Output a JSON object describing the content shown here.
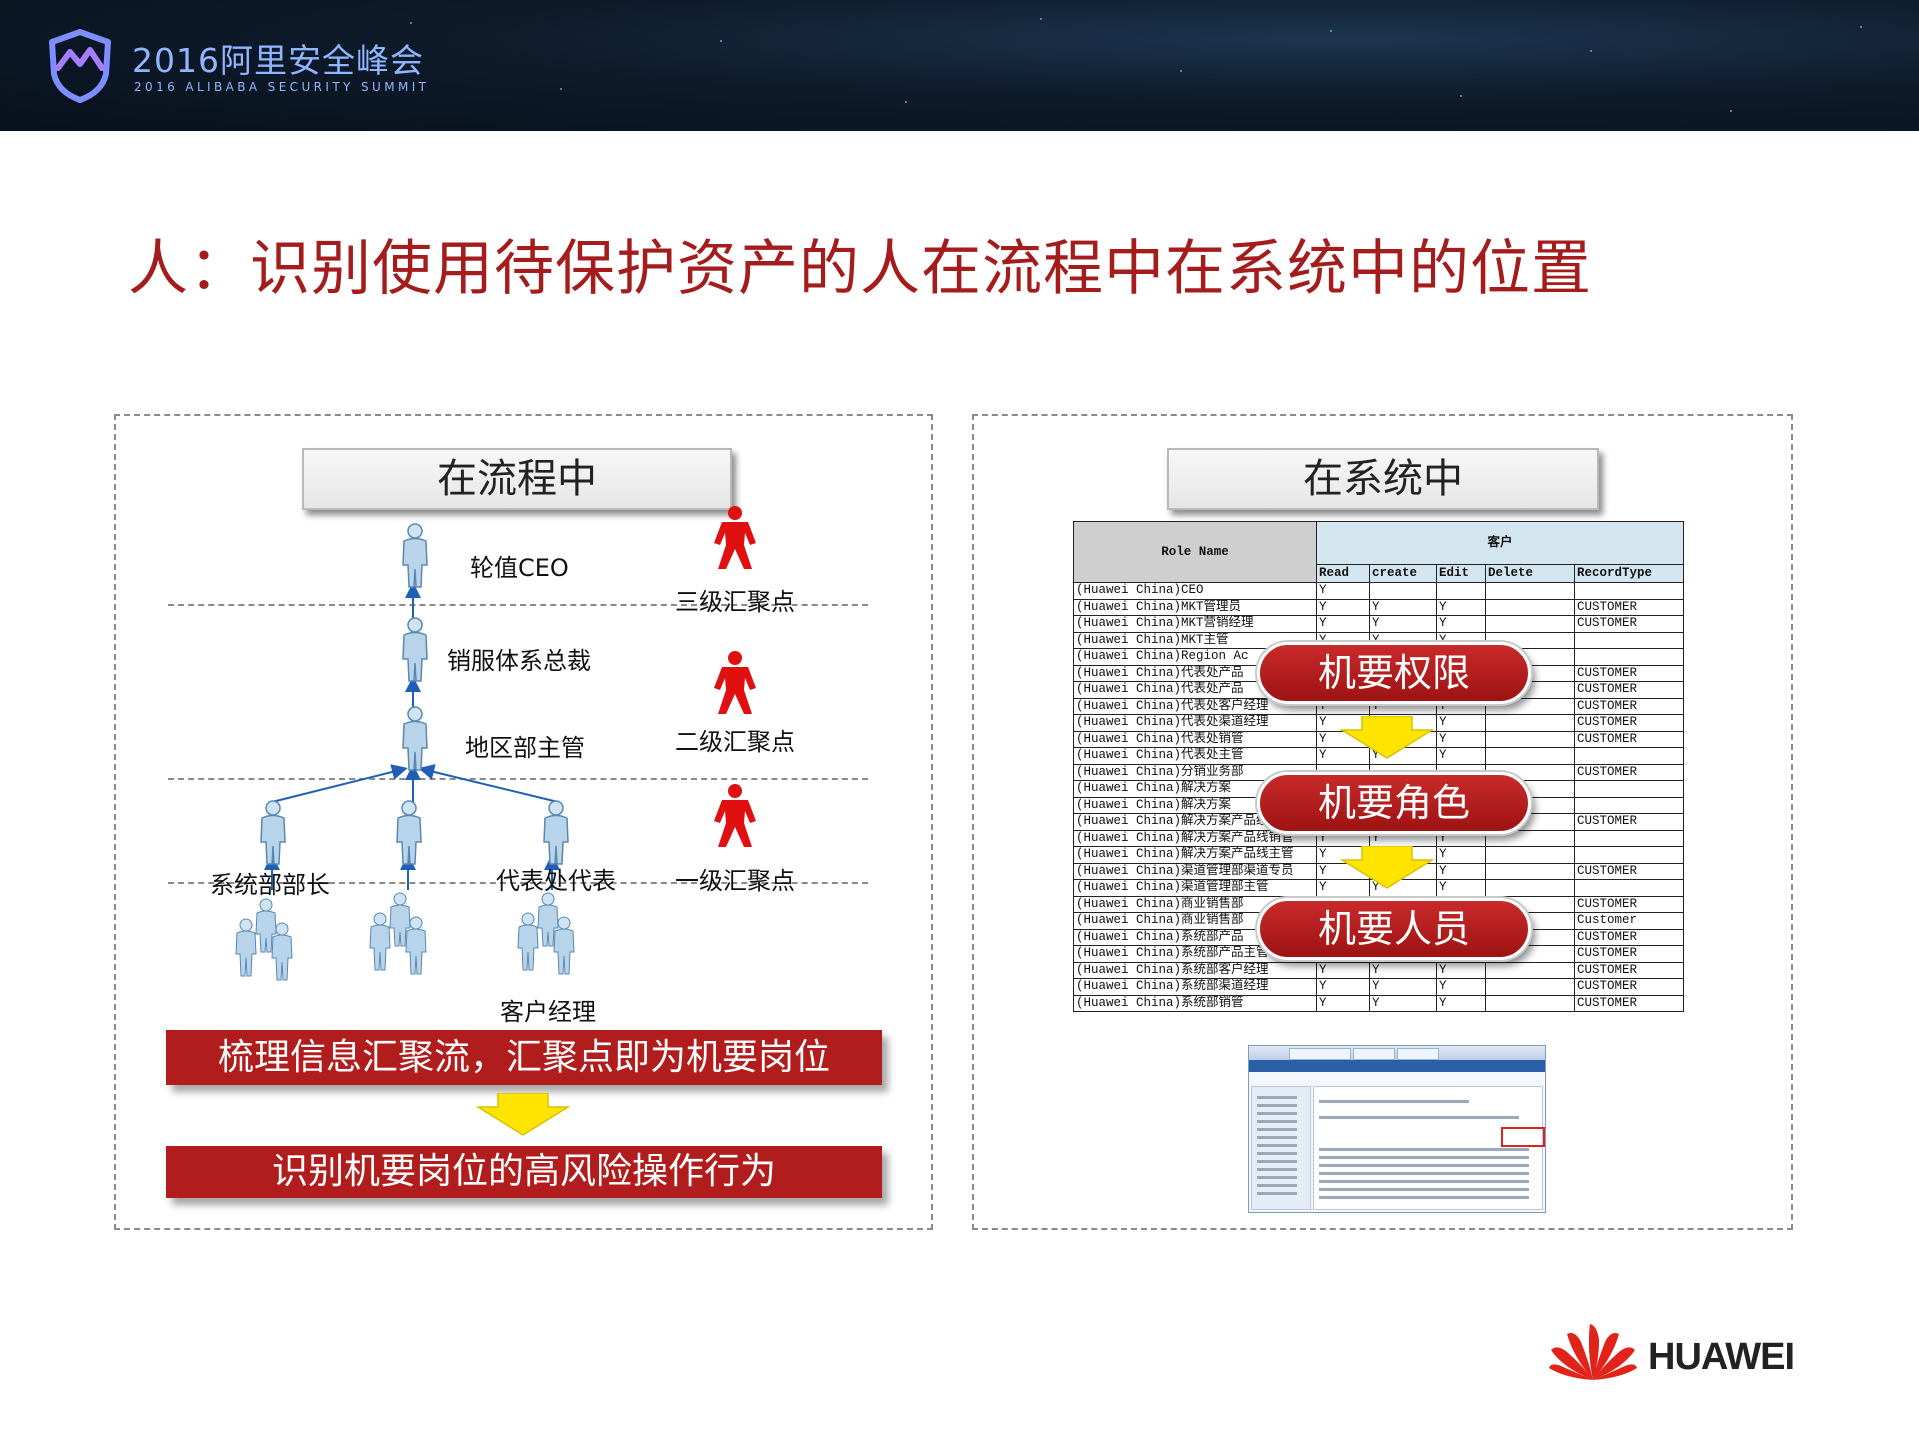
{
  "header": {
    "title": "2016阿里安全峰会",
    "subtitle": "2016 ALIBABA SECURITY SUMMIT"
  },
  "slide_title": "人：识别使用待保护资产的人在流程中在系统中的位置",
  "left_panel": {
    "heading": "在流程中",
    "roles": {
      "ceo": "轮值CEO",
      "president": "销服体系总裁",
      "region_head": "地区部主管",
      "dept_head": "系统部部长",
      "rep_office": "代表处代表",
      "account_manager": "客户经理"
    },
    "levels": {
      "level3": "三级汇聚点",
      "level2": "二级汇聚点",
      "level1": "一级汇聚点"
    },
    "bar1": "梳理信息汇聚流，汇聚点即为机要岗位",
    "bar2": "识别机要岗位的高风险操作行为"
  },
  "right_panel": {
    "heading": "在系统中",
    "table": {
      "role_header": "Role Name",
      "group_header": "客户",
      "columns": [
        "Read",
        "create",
        "Edit",
        "Delete",
        "RecordType"
      ],
      "rows": [
        [
          "(Huawei China)CEO",
          "Y",
          "",
          "",
          "",
          ""
        ],
        [
          "(Huawei China)MKT管理员",
          "Y",
          "Y",
          "Y",
          "",
          "CUSTOMER"
        ],
        [
          "(Huawei China)MKT营销经理",
          "Y",
          "Y",
          "Y",
          "",
          "CUSTOMER"
        ],
        [
          "(Huawei China)MKT主管",
          "Y",
          "Y",
          "Y",
          "",
          ""
        ],
        [
          "(Huawei China)Region Ac",
          "",
          "",
          "",
          "",
          ""
        ],
        [
          "(Huawei China)代表处产品",
          "",
          "",
          "",
          "",
          "CUSTOMER"
        ],
        [
          "(Huawei China)代表处产品",
          "",
          "",
          "",
          "",
          "CUSTOMER"
        ],
        [
          "(Huawei China)代表处客户经理",
          "Y",
          "Y",
          "Y",
          "",
          "CUSTOMER"
        ],
        [
          "(Huawei China)代表处渠道经理",
          "Y",
          "Y",
          "Y",
          "",
          "CUSTOMER"
        ],
        [
          "(Huawei China)代表处销管",
          "Y",
          "Y",
          "Y",
          "",
          "CUSTOMER"
        ],
        [
          "(Huawei China)代表处主管",
          "Y",
          "Y",
          "Y",
          "",
          ""
        ],
        [
          "(Huawei China)分销业务部",
          "",
          "",
          "",
          "",
          "CUSTOMER"
        ],
        [
          "(Huawei China)解决方案",
          "",
          "",
          "",
          "",
          ""
        ],
        [
          "(Huawei China)解决方案",
          "",
          "",
          "",
          "",
          ""
        ],
        [
          "(Huawei China)解决方案产品经理",
          "Y",
          "Y",
          "Y",
          "",
          "CUSTOMER"
        ],
        [
          "(Huawei China)解决方案产品线销管",
          "Y",
          "Y",
          "Y",
          "",
          ""
        ],
        [
          "(Huawei China)解决方案产品线主管",
          "Y",
          "Y",
          "Y",
          "",
          ""
        ],
        [
          "(Huawei China)渠道管理部渠道专员",
          "Y",
          "Y",
          "Y",
          "",
          "CUSTOMER"
        ],
        [
          "(Huawei China)渠道管理部主管",
          "Y",
          "Y",
          "Y",
          "",
          ""
        ],
        [
          "(Huawei China)商业销售部",
          "",
          "",
          "",
          "",
          "CUSTOMER"
        ],
        [
          "(Huawei China)商业销售部",
          "",
          "",
          "",
          "",
          "Customer"
        ],
        [
          "(Huawei China)系统部产品",
          "",
          "",
          "",
          "",
          "CUSTOMER"
        ],
        [
          "(Huawei China)系统部产品主管",
          "Y",
          "Y",
          "Y",
          "",
          "CUSTOMER"
        ],
        [
          "(Huawei China)系统部客户经理",
          "Y",
          "Y",
          "Y",
          "",
          "CUSTOMER"
        ],
        [
          "(Huawei China)系统部渠道经理",
          "Y",
          "Y",
          "Y",
          "",
          "CUSTOMER"
        ],
        [
          "(Huawei China)系统部销管",
          "Y",
          "Y",
          "Y",
          "",
          "CUSTOMER"
        ]
      ]
    },
    "pills": {
      "permission": "机要权限",
      "role": "机要角色",
      "staff": "机要人员"
    }
  },
  "footer": {
    "brand": "HUAWEI"
  },
  "colors": {
    "title_red": "#a51c1c",
    "bar_red": "#b11c1c",
    "huawei_red": "#e2231a",
    "arrow_yellow": "#ffe400"
  }
}
